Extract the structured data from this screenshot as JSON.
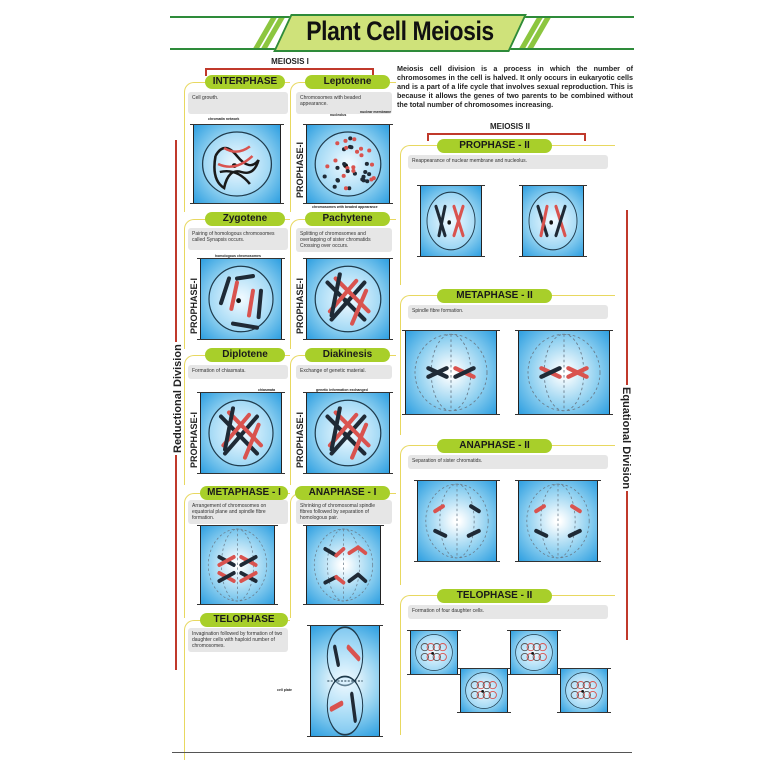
{
  "title": "Plant Cell Meiosis",
  "meiosis1_label": "MEIOSIS I",
  "meiosis2_label": "MEIOSIS II",
  "intro": "Meiosis cell division is a process in which the number of chromosomes in the cell is halved. It only occurs in eukaryotic cells and is a part of a life cycle that involves sexual reproduction. This is because it allows the genes of two parents to be combined without the total number of chromosomes increasing.",
  "side_labels": {
    "left": "Reductional Division",
    "right": "Equational Division"
  },
  "prophase_label": "PROPHASE-I",
  "stages": {
    "interphase": {
      "name": "INTERPHASE",
      "desc": "Cell growth.",
      "annotations": [
        "chromatin network"
      ]
    },
    "leptotene": {
      "name": "Leptotene",
      "desc": "Chromosomes with beaded appearance.",
      "annotations": [
        "nucleolus",
        "nuclear membrane",
        "chromosomes with beaded appearance"
      ]
    },
    "zygotene": {
      "name": "Zygotene",
      "desc": "Pairing of homologous chromosomes called Synapsis occurs.",
      "annotations": [
        "homologous chromosomes"
      ]
    },
    "pachytene": {
      "name": "Pachytene",
      "desc": "Splitting of chromosomes and overlapping of sister chromatids Crossing over occurs."
    },
    "diplotene": {
      "name": "Diplotene",
      "desc": "Formation of chiasmata.",
      "annotations": [
        "chiasmata"
      ]
    },
    "diakinesis": {
      "name": "Diakinesis",
      "desc": "Exchange of genetic material.",
      "annotations": [
        "genetic information exchanged"
      ]
    },
    "metaphase1": {
      "name": "METAPHASE - I",
      "desc": "Arrangement of chromosomes on equatorial plane and spindle fibre formation."
    },
    "anaphase1": {
      "name": "ANAPHASE - I",
      "desc": "Shrinking of chromosomal spindle fibres followed by separation of homologous pair."
    },
    "telophase": {
      "name": "TELOPHASE",
      "desc": "Invagination followed by formation of two daughter cells with haploid number of chromosomes.",
      "annotations": [
        "cell plate"
      ]
    },
    "prophase2": {
      "name": "PROPHASE - II",
      "desc": "Reappearance of nuclear membrane and nucleolus."
    },
    "metaphase2": {
      "name": "METAPHASE - II",
      "desc": "Spindle fibre formation."
    },
    "anaphase2": {
      "name": "ANAPHASE - II",
      "desc": "Separation of sister chromatids."
    },
    "telophase2": {
      "name": "TELOPHASE - II",
      "desc": "Formation of four daughter cells."
    }
  },
  "colors": {
    "header_green": "#a8cf2a",
    "chromosome_red": "#d9534f",
    "chromosome_dark": "#1f2a36",
    "cell_blue": "#2a9de0",
    "bracket_red": "#c0392b"
  }
}
